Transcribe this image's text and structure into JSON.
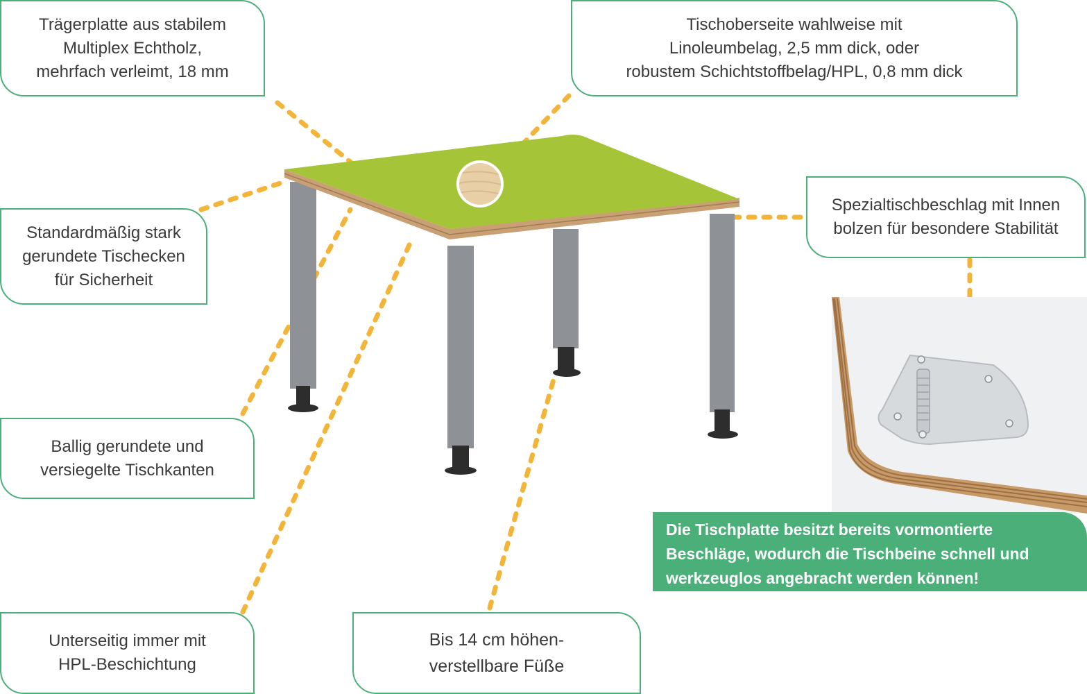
{
  "colors": {
    "callout_border": "#4caf7a",
    "leader_line": "#f2b53a",
    "tabletop": "#a5c438",
    "tabletop_edge": "#c9a074",
    "leg": "#8e9196",
    "foot": "#2d2d2d",
    "note_background": "#4aaf78"
  },
  "callouts": {
    "carrier_plate": "Trägerplatte aus stabilem\nMultiplex Echtholz,\nmehrfach verleimt, 18 mm",
    "table_top": "Tischoberseite wahlweise mit\nLinoleumbelag, 2,5 mm dick, oder\nrobustem Schichtstoffbelag/HPL, 0,8 mm dick",
    "rounded_corners": "Standardmäßig stark\ngerundete Tischecken\nfür Sicherheit",
    "special_fitting": "Spezialtischbeschlag mit Innen\nbolzen für besondere Stabilität",
    "edges": "Ballig gerundete und\nversiegelte Tischkanten",
    "underside": "Unterseitig immer mit\nHPL-Beschichtung",
    "feet": "Bis 14 cm höhen-\nverstellbare Füße"
  },
  "note": {
    "text": "Die Tischplatte besitzt bereits vormontierte\nBeschläge, wodurch die Tischbeine schnell und\nwerkzeuglos angebracht werden können!"
  }
}
